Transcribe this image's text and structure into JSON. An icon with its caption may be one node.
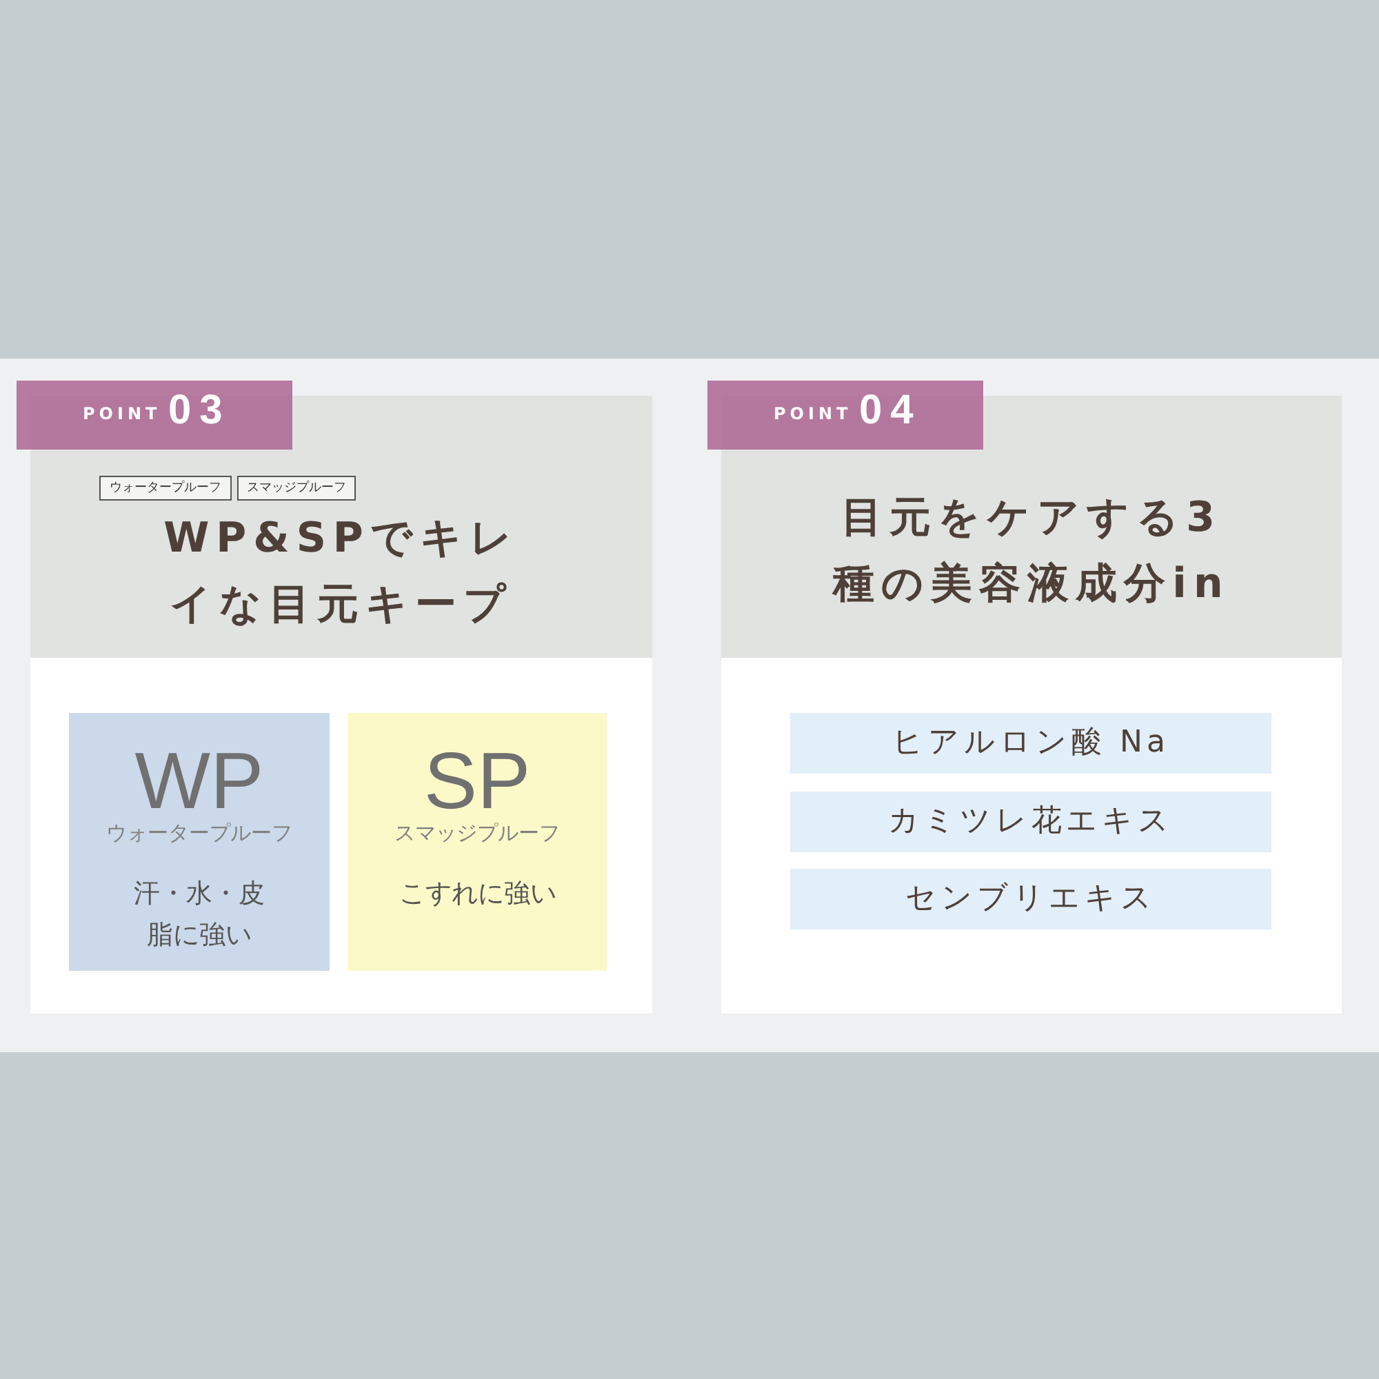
{
  "diagram": {
    "nodes": [
      {
        "text": [],
        "shape": "box"
      },
      {
        "text": [
          "POINT",
          "03"
        ],
        "in": 0
      },
      {
        "text": [
          "WP&SPでキレイな目元キープ"
        ],
        "in": 0
      },
      {
        "text": [
          "ウォータープルーフ"
        ],
        "in": 2
      },
      {
        "text": [
          "スマッジプルーフ"
        ],
        "in": 2
      },
      {
        "text": [
          "WP",
          "ウォータープルーフ",
          "汗・水・皮脂に強い"
        ],
        "in": 0
      },
      {
        "text": [
          "SP",
          "スマッジプルーフ",
          "こすれに強い"
        ],
        "in": 0
      },
      {
        "text": [],
        "shape": "box"
      },
      {
        "text": [
          "POINT",
          "04"
        ],
        "in": 7
      },
      {
        "text": [
          "目元をケアする3種の美容液成分in"
        ],
        "in": 7
      },
      {
        "text": [
          "ヒアルロン酸 Na"
        ],
        "in": 7
      },
      {
        "text": [
          "カミツレ花エキス"
        ],
        "in": 7
      },
      {
        "text": [
          "センブリエキス"
        ],
        "in": 7
      }
    ]
  }
}
